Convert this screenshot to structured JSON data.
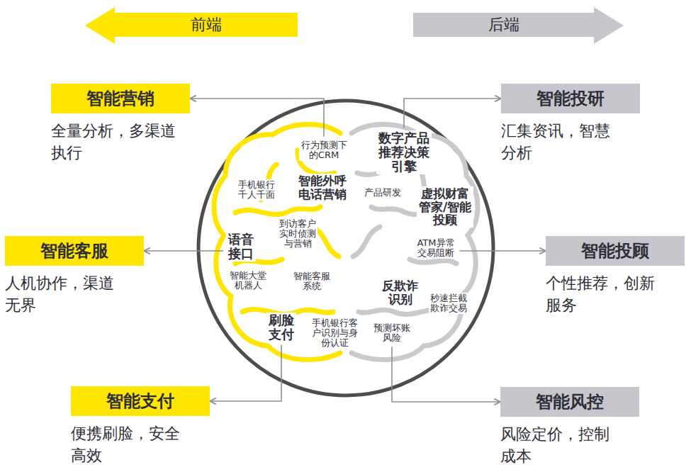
{
  "diagram": {
    "nodes": [
      {
        "text": [
          "前端"
        ]
      },
      {
        "text": [
          "后端"
        ]
      },
      {
        "text": [
          "智能营销",
          "全量分析，多渠道执行"
        ]
      },
      {
        "text": [
          "智能客服",
          "人机协作，渠道无界"
        ]
      },
      {
        "text": [
          "智能支付",
          "便携刷脸，安全高效"
        ]
      },
      {
        "text": [
          "智能投研",
          "汇集资讯，智慧分析"
        ]
      },
      {
        "text": [
          "智能投顾",
          "个性推荐，创新服务"
        ]
      },
      {
        "text": [
          "智能风控",
          "风险定价，控制成本"
        ]
      },
      {
        "text": [
          "行为预测下的CRM"
        ]
      },
      {
        "text": [
          "语音接口"
        ]
      },
      {
        "text": [
          "刷脸支付"
        ]
      },
      {
        "text": [
          "数字产品推荐决策引擎"
        ]
      },
      {
        "text": [
          "ATM异常交易阻断"
        ]
      },
      {
        "text": [
          "预测坏账风险"
        ]
      }
    ],
    "edges": [
      {
        "from": 8,
        "to": 2,
        "arrow": "to"
      },
      {
        "from": 9,
        "to": 3,
        "arrow": "to"
      },
      {
        "from": 10,
        "to": 4,
        "arrow": "to"
      },
      {
        "from": 11,
        "to": 5,
        "arrow": "to"
      },
      {
        "from": 12,
        "to": 6,
        "arrow": "to"
      },
      {
        "from": 13,
        "to": 7,
        "arrow": "to"
      }
    ],
    "labels": [
      "手机银行千人千面",
      "智能外呼电话营销",
      "到访客户实时侦测与营销",
      "智能大堂机器人",
      "智能客服系统",
      "手机银行客户识别与身份认证",
      "产品研发",
      "虚拟财富管家/智能投顾",
      "反欺诈识别",
      "秒速拦截欺诈交易"
    ]
  }
}
